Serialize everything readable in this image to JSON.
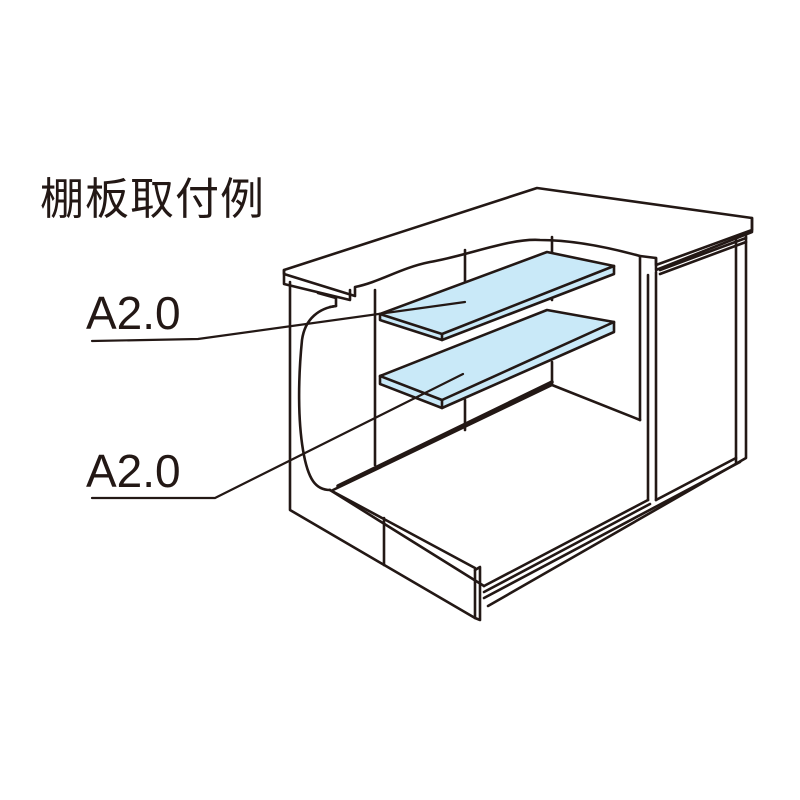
{
  "title": "棚板取付例",
  "labels": [
    {
      "text": "A2.0",
      "target": "upper-shelf"
    },
    {
      "text": "A2.0",
      "target": "lower-shelf"
    }
  ],
  "colors": {
    "line": "#231815",
    "shelf_fill": "#c9e9f8",
    "background": "#ffffff"
  }
}
